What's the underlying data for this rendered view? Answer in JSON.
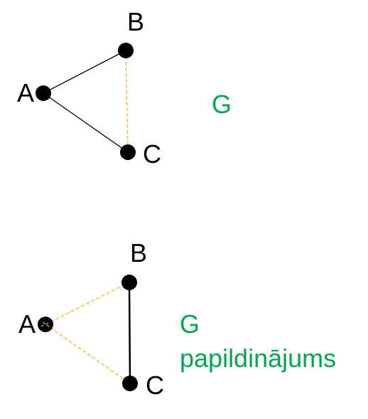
{
  "colors": {
    "node": "#000000",
    "solid_edge": "#000000",
    "dashed_edge": "#f5b829",
    "title": "#00a651"
  },
  "graph_top": {
    "title": "G",
    "nodes": [
      {
        "id": "A",
        "label": "A"
      },
      {
        "id": "B",
        "label": "B"
      },
      {
        "id": "C",
        "label": "C"
      }
    ],
    "edges": [
      {
        "from": "A",
        "to": "B",
        "style": "solid"
      },
      {
        "from": "A",
        "to": "C",
        "style": "solid"
      },
      {
        "from": "B",
        "to": "C",
        "style": "dashed"
      }
    ]
  },
  "graph_bottom": {
    "title_line1": "G",
    "title_line2": "papildinājums",
    "nodes": [
      {
        "id": "A",
        "label": "A"
      },
      {
        "id": "B",
        "label": "B"
      },
      {
        "id": "C",
        "label": "C"
      }
    ],
    "edges": [
      {
        "from": "A",
        "to": "B",
        "style": "dashed"
      },
      {
        "from": "A",
        "to": "C",
        "style": "dashed"
      },
      {
        "from": "B",
        "to": "C",
        "style": "solid"
      }
    ]
  }
}
